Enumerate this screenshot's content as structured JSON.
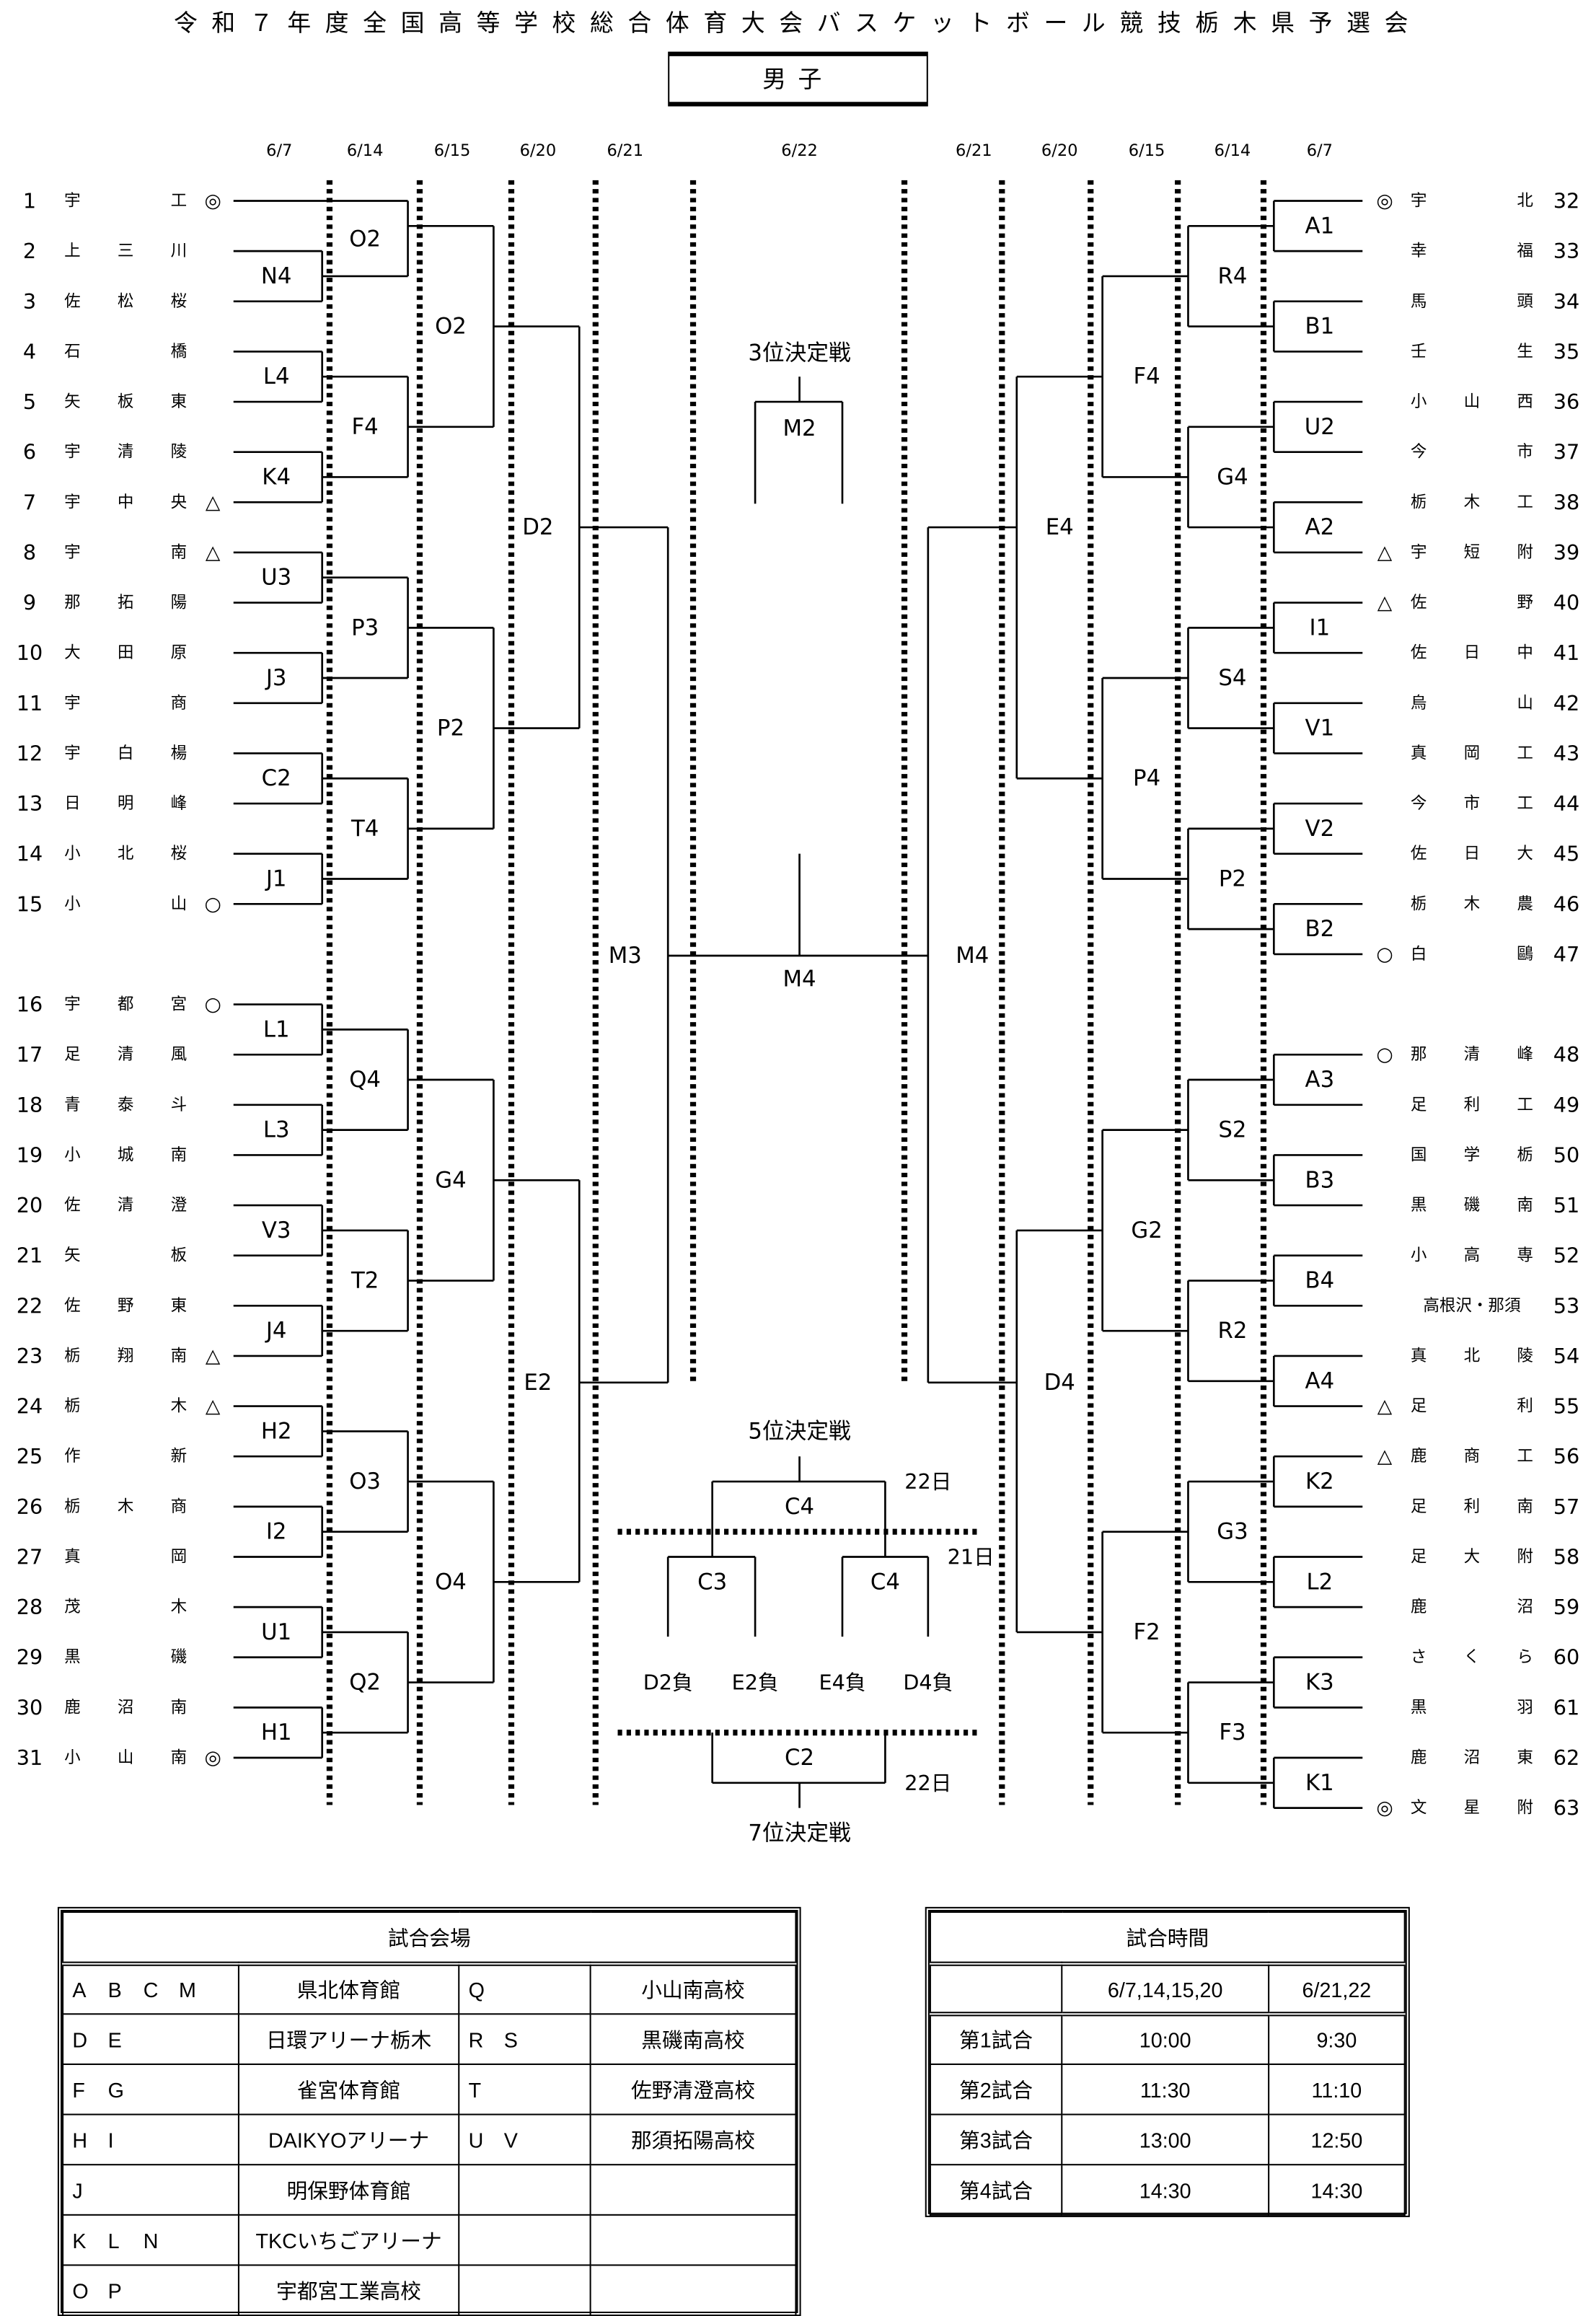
{
  "title": "令和７年度全国高等学校総合体育大会バスケットボール競技栃木県予選会",
  "division": "男子",
  "dates": {
    "left": [
      "6/7",
      "6/14",
      "6/15",
      "6/20",
      "6/21"
    ],
    "center": "6/22",
    "right": [
      "6/21",
      "6/20",
      "6/15",
      "6/14",
      "6/7"
    ]
  },
  "left_teams": [
    {
      "no": "1",
      "name": [
        "宇",
        "",
        "工"
      ],
      "mark": "◎"
    },
    {
      "no": "2",
      "name": [
        "上",
        "三",
        "川"
      ],
      "mark": ""
    },
    {
      "no": "3",
      "name": [
        "佐",
        "松",
        "桜"
      ],
      "mark": ""
    },
    {
      "no": "4",
      "name": [
        "石",
        "",
        "橋"
      ],
      "mark": ""
    },
    {
      "no": "5",
      "name": [
        "矢",
        "板",
        "東"
      ],
      "mark": ""
    },
    {
      "no": "6",
      "name": [
        "宇",
        "清",
        "陵"
      ],
      "mark": ""
    },
    {
      "no": "7",
      "name": [
        "宇",
        "中",
        "央"
      ],
      "mark": "△"
    },
    {
      "no": "8",
      "name": [
        "宇",
        "",
        "南"
      ],
      "mark": "△"
    },
    {
      "no": "9",
      "name": [
        "那",
        "拓",
        "陽"
      ],
      "mark": ""
    },
    {
      "no": "10",
      "name": [
        "大",
        "田",
        "原"
      ],
      "mark": ""
    },
    {
      "no": "11",
      "name": [
        "宇",
        "",
        "商"
      ],
      "mark": ""
    },
    {
      "no": "12",
      "name": [
        "宇",
        "白",
        "楊"
      ],
      "mark": ""
    },
    {
      "no": "13",
      "name": [
        "日",
        "明",
        "峰"
      ],
      "mark": ""
    },
    {
      "no": "14",
      "name": [
        "小",
        "北",
        "桜"
      ],
      "mark": ""
    },
    {
      "no": "15",
      "name": [
        "小",
        "",
        "山"
      ],
      "mark": "○"
    },
    {
      "no": "16",
      "name": [
        "宇",
        "都",
        "宮"
      ],
      "mark": "○"
    },
    {
      "no": "17",
      "name": [
        "足",
        "清",
        "風"
      ],
      "mark": ""
    },
    {
      "no": "18",
      "name": [
        "青",
        "泰",
        "斗"
      ],
      "mark": ""
    },
    {
      "no": "19",
      "name": [
        "小",
        "城",
        "南"
      ],
      "mark": ""
    },
    {
      "no": "20",
      "name": [
        "佐",
        "清",
        "澄"
      ],
      "mark": ""
    },
    {
      "no": "21",
      "name": [
        "矢",
        "",
        "板"
      ],
      "mark": ""
    },
    {
      "no": "22",
      "name": [
        "佐",
        "野",
        "東"
      ],
      "mark": ""
    },
    {
      "no": "23",
      "name": [
        "栃",
        "翔",
        "南"
      ],
      "mark": "△"
    },
    {
      "no": "24",
      "name": [
        "栃",
        "",
        "木"
      ],
      "mark": "△"
    },
    {
      "no": "25",
      "name": [
        "作",
        "",
        "新"
      ],
      "mark": ""
    },
    {
      "no": "26",
      "name": [
        "栃",
        "木",
        "商"
      ],
      "mark": ""
    },
    {
      "no": "27",
      "name": [
        "真",
        "",
        "岡"
      ],
      "mark": ""
    },
    {
      "no": "28",
      "name": [
        "茂",
        "",
        "木"
      ],
      "mark": ""
    },
    {
      "no": "29",
      "name": [
        "黒",
        "",
        "磯"
      ],
      "mark": ""
    },
    {
      "no": "30",
      "name": [
        "鹿",
        "沼",
        "南"
      ],
      "mark": ""
    },
    {
      "no": "31",
      "name": [
        "小",
        "山",
        "南"
      ],
      "mark": "◎"
    }
  ],
  "right_teams": [
    {
      "no": "32",
      "name": [
        "宇",
        "",
        "北"
      ],
      "mark": "◎"
    },
    {
      "no": "33",
      "name": [
        "幸",
        "",
        "福"
      ],
      "mark": ""
    },
    {
      "no": "34",
      "name": [
        "馬",
        "",
        "頭"
      ],
      "mark": ""
    },
    {
      "no": "35",
      "name": [
        "壬",
        "",
        "生"
      ],
      "mark": ""
    },
    {
      "no": "36",
      "name": [
        "小",
        "山",
        "西"
      ],
      "mark": ""
    },
    {
      "no": "37",
      "name": [
        "今",
        "",
        "市"
      ],
      "mark": ""
    },
    {
      "no": "38",
      "name": [
        "栃",
        "木",
        "工"
      ],
      "mark": ""
    },
    {
      "no": "39",
      "name": [
        "宇",
        "短",
        "附"
      ],
      "mark": "△"
    },
    {
      "no": "40",
      "name": [
        "佐",
        "",
        "野"
      ],
      "mark": "△"
    },
    {
      "no": "41",
      "name": [
        "佐",
        "日",
        "中"
      ],
      "mark": ""
    },
    {
      "no": "42",
      "name": [
        "烏",
        "",
        "山"
      ],
      "mark": ""
    },
    {
      "no": "43",
      "name": [
        "真",
        "岡",
        "工"
      ],
      "mark": ""
    },
    {
      "no": "44",
      "name": [
        "今",
        "市",
        "工"
      ],
      "mark": ""
    },
    {
      "no": "45",
      "name": [
        "佐",
        "日",
        "大"
      ],
      "mark": ""
    },
    {
      "no": "46",
      "name": [
        "栃",
        "木",
        "農"
      ],
      "mark": ""
    },
    {
      "no": "47",
      "name": [
        "白",
        "",
        "鷗"
      ],
      "mark": "○"
    },
    {
      "no": "48",
      "name": [
        "那",
        "清",
        "峰"
      ],
      "mark": "○"
    },
    {
      "no": "49",
      "name": [
        "足",
        "利",
        "工"
      ],
      "mark": ""
    },
    {
      "no": "50",
      "name": [
        "国",
        "学",
        "栃"
      ],
      "mark": ""
    },
    {
      "no": "51",
      "name": [
        "黒",
        "磯",
        "南"
      ],
      "mark": ""
    },
    {
      "no": "52",
      "name": [
        "小",
        "高",
        "専"
      ],
      "mark": ""
    },
    {
      "no": "53",
      "name": [
        "",
        "高根沢・那須",
        ""
      ],
      "mark": ""
    },
    {
      "no": "54",
      "name": [
        "真",
        "北",
        "陵"
      ],
      "mark": ""
    },
    {
      "no": "55",
      "name": [
        "足",
        "",
        "利"
      ],
      "mark": "△"
    },
    {
      "no": "56",
      "name": [
        "鹿",
        "商",
        "工"
      ],
      "mark": "△"
    },
    {
      "no": "57",
      "name": [
        "足",
        "利",
        "南"
      ],
      "mark": ""
    },
    {
      "no": "58",
      "name": [
        "足",
        "大",
        "附"
      ],
      "mark": ""
    },
    {
      "no": "59",
      "name": [
        "鹿",
        "",
        "沼"
      ],
      "mark": ""
    },
    {
      "no": "60",
      "name": [
        "さ",
        "く",
        "ら"
      ],
      "mark": ""
    },
    {
      "no": "61",
      "name": [
        "黒",
        "",
        "羽"
      ],
      "mark": ""
    },
    {
      "no": "62",
      "name": [
        "鹿",
        "沼",
        "東"
      ],
      "mark": ""
    },
    {
      "no": "63",
      "name": [
        "文",
        "星",
        "附"
      ],
      "mark": "◎"
    }
  ],
  "match_labels": {
    "left_r1": [
      "N4",
      "L4",
      "K4",
      "U3",
      "J3",
      "C2",
      "J1",
      "L1",
      "L3",
      "V3",
      "J4",
      "H2",
      "I2",
      "U1",
      "H1"
    ],
    "left_r2": [
      "O2",
      "F4",
      "P3",
      "T4",
      "Q4",
      "T2",
      "O3",
      "Q2"
    ],
    "left_r3": [
      "O2",
      "P2",
      "G4",
      "O4"
    ],
    "left_r4": [
      "D2",
      "E2"
    ],
    "left_r5": "M3",
    "right_r1": [
      "A1",
      "B1",
      "U2",
      "A2",
      "I1",
      "V1",
      "V2",
      "B2",
      "A3",
      "B3",
      "B4",
      "A4",
      "K2",
      "L2",
      "K3",
      "K1"
    ],
    "right_r2": [
      "R4",
      "G4",
      "S4",
      "P2",
      "S2",
      "R2",
      "G3",
      "F3"
    ],
    "right_r3": [
      "F4",
      "P4",
      "G2",
      "F2"
    ],
    "right_r4": [
      "E4",
      "D4"
    ],
    "right_r5": "M4",
    "final": "M4"
  },
  "placement": {
    "third_title": "3位決定戦",
    "third_match": "M2",
    "fifth_title": "5位決定戦",
    "fifth_final": "C4",
    "fifth_semis": [
      "C3",
      "C4"
    ],
    "day_22a": "22日",
    "day_21": "21日",
    "losers": [
      "D2負",
      "E2負",
      "E4負",
      "D4負"
    ],
    "seventh_match": "C2",
    "day_22b": "22日",
    "seventh_title": "7位決定戦"
  },
  "venues": {
    "title": "試合会場",
    "rows": [
      {
        "codes": [
          "A",
          "B",
          "C",
          "M"
        ],
        "venue": "県北体育館",
        "codes2": [
          "Q"
        ],
        "venue2": "小山南高校"
      },
      {
        "codes": [
          "D",
          "E"
        ],
        "venue": "日環アリーナ栃木",
        "codes2": [
          "R",
          "S"
        ],
        "venue2": "黒磯南高校"
      },
      {
        "codes": [
          "F",
          "G"
        ],
        "venue": "雀宮体育館",
        "codes2": [
          "T"
        ],
        "venue2": "佐野清澄高校"
      },
      {
        "codes": [
          "H",
          "I"
        ],
        "venue": "DAIKYOアリーナ",
        "codes2": [
          "U",
          "V"
        ],
        "venue2": "那須拓陽高校"
      },
      {
        "codes": [
          "J"
        ],
        "venue": "明保野体育館",
        "codes2": [],
        "venue2": ""
      },
      {
        "codes": [
          "K",
          "L",
          "N"
        ],
        "venue": "TKCいちごアリーナ",
        "codes2": [],
        "venue2": ""
      },
      {
        "codes": [
          "O",
          "P"
        ],
        "venue": "宇都宮工業高校",
        "codes2": [],
        "venue2": ""
      }
    ]
  },
  "times": {
    "title": "試合時間",
    "columns": [
      "6/7,14,15,20",
      "6/21,22"
    ],
    "rows": [
      {
        "label": "第1試合",
        "a": "10:00",
        "b": "9:30"
      },
      {
        "label": "第2試合",
        "a": "11:30",
        "b": "11:10"
      },
      {
        "label": "第3試合",
        "a": "13:00",
        "b": "12:50"
      },
      {
        "label": "第4試合",
        "a": "14:30",
        "b": "14:30"
      }
    ]
  }
}
